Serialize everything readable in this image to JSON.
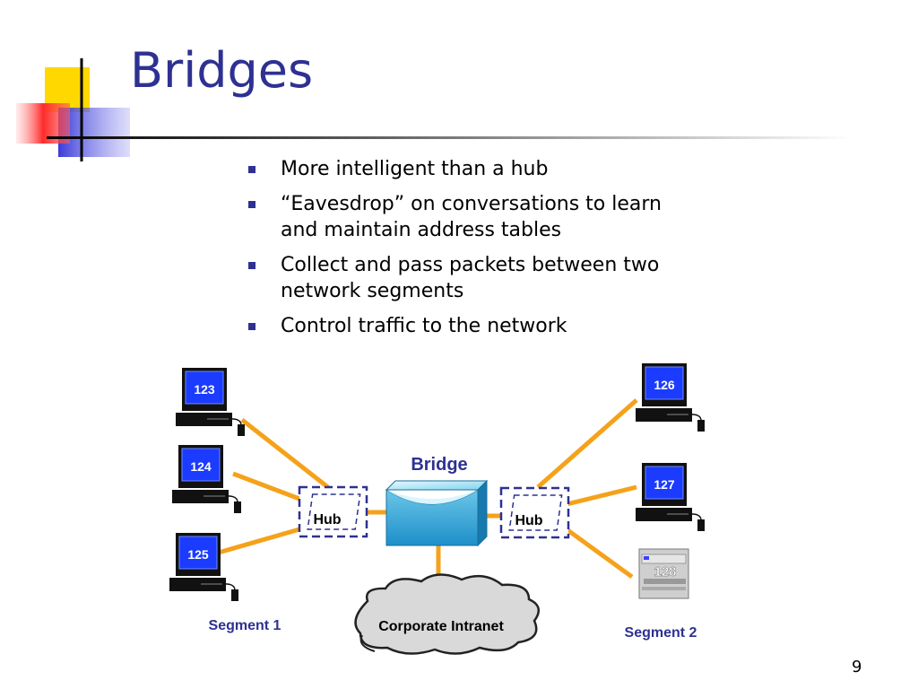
{
  "slide": {
    "title": "Bridges",
    "number": "9",
    "bullets": [
      "More intelligent than a hub",
      "“Eavesdrop” on conversations to learn and maintain address tables",
      "Collect and pass packets between two network segments",
      "Control traffic to the network"
    ]
  },
  "diagram": {
    "bridge_label": "Bridge",
    "hub_left_label": "Hub",
    "hub_right_label": "Hub",
    "cloud_label": "Corporate Intranet",
    "segment1_label": "Segment 1",
    "segment2_label": "Segment 2",
    "nodes": [
      "123",
      "124",
      "125",
      "126",
      "127",
      "128"
    ],
    "colors": {
      "link": "#f5a21b",
      "accent": "#2e3192",
      "screen": "#1b3bff",
      "hub_border": "#2e3192"
    }
  }
}
